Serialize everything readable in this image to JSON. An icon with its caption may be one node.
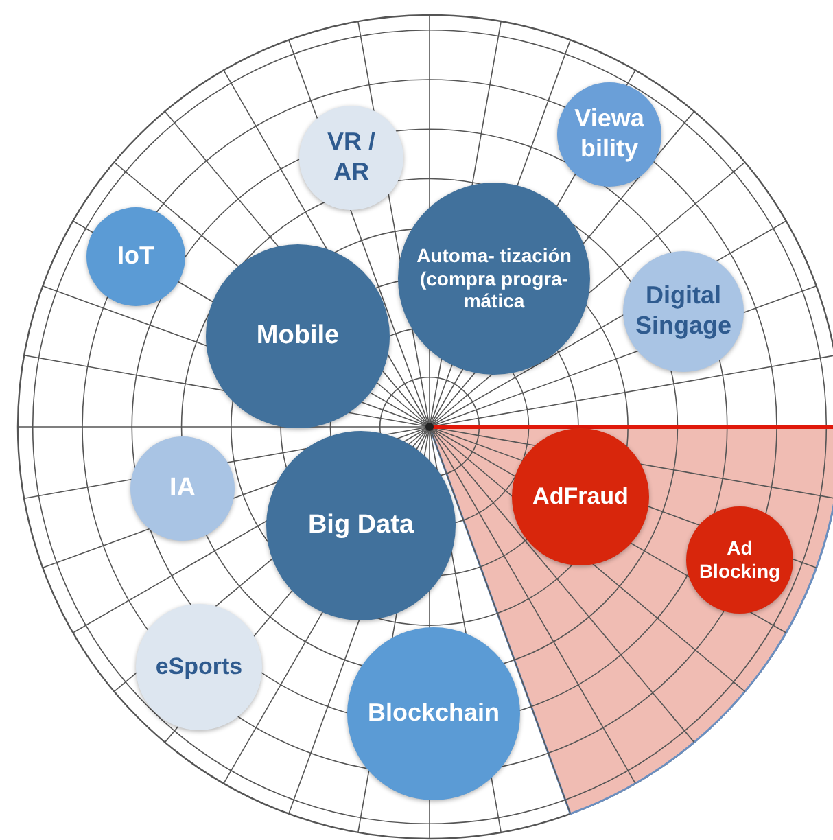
{
  "diagram": {
    "nodes": [
      {
        "text": [
          "VR / AR"
        ]
      },
      {
        "text": [
          "Viewa bility"
        ]
      },
      {
        "text": [
          "IoT"
        ]
      },
      {
        "text": [
          "Mobile"
        ]
      },
      {
        "text": [
          "Automa- tización (compra progra- mática"
        ]
      },
      {
        "text": [
          "Digital Singage"
        ]
      },
      {
        "text": [
          "IA"
        ]
      },
      {
        "text": [
          "AdFraud"
        ]
      },
      {
        "text": [
          "Big Data"
        ]
      },
      {
        "text": [
          "Ad Blocking"
        ]
      },
      {
        "text": [
          "eSports"
        ]
      },
      {
        "text": [
          "Blockchain"
        ]
      }
    ]
  }
}
